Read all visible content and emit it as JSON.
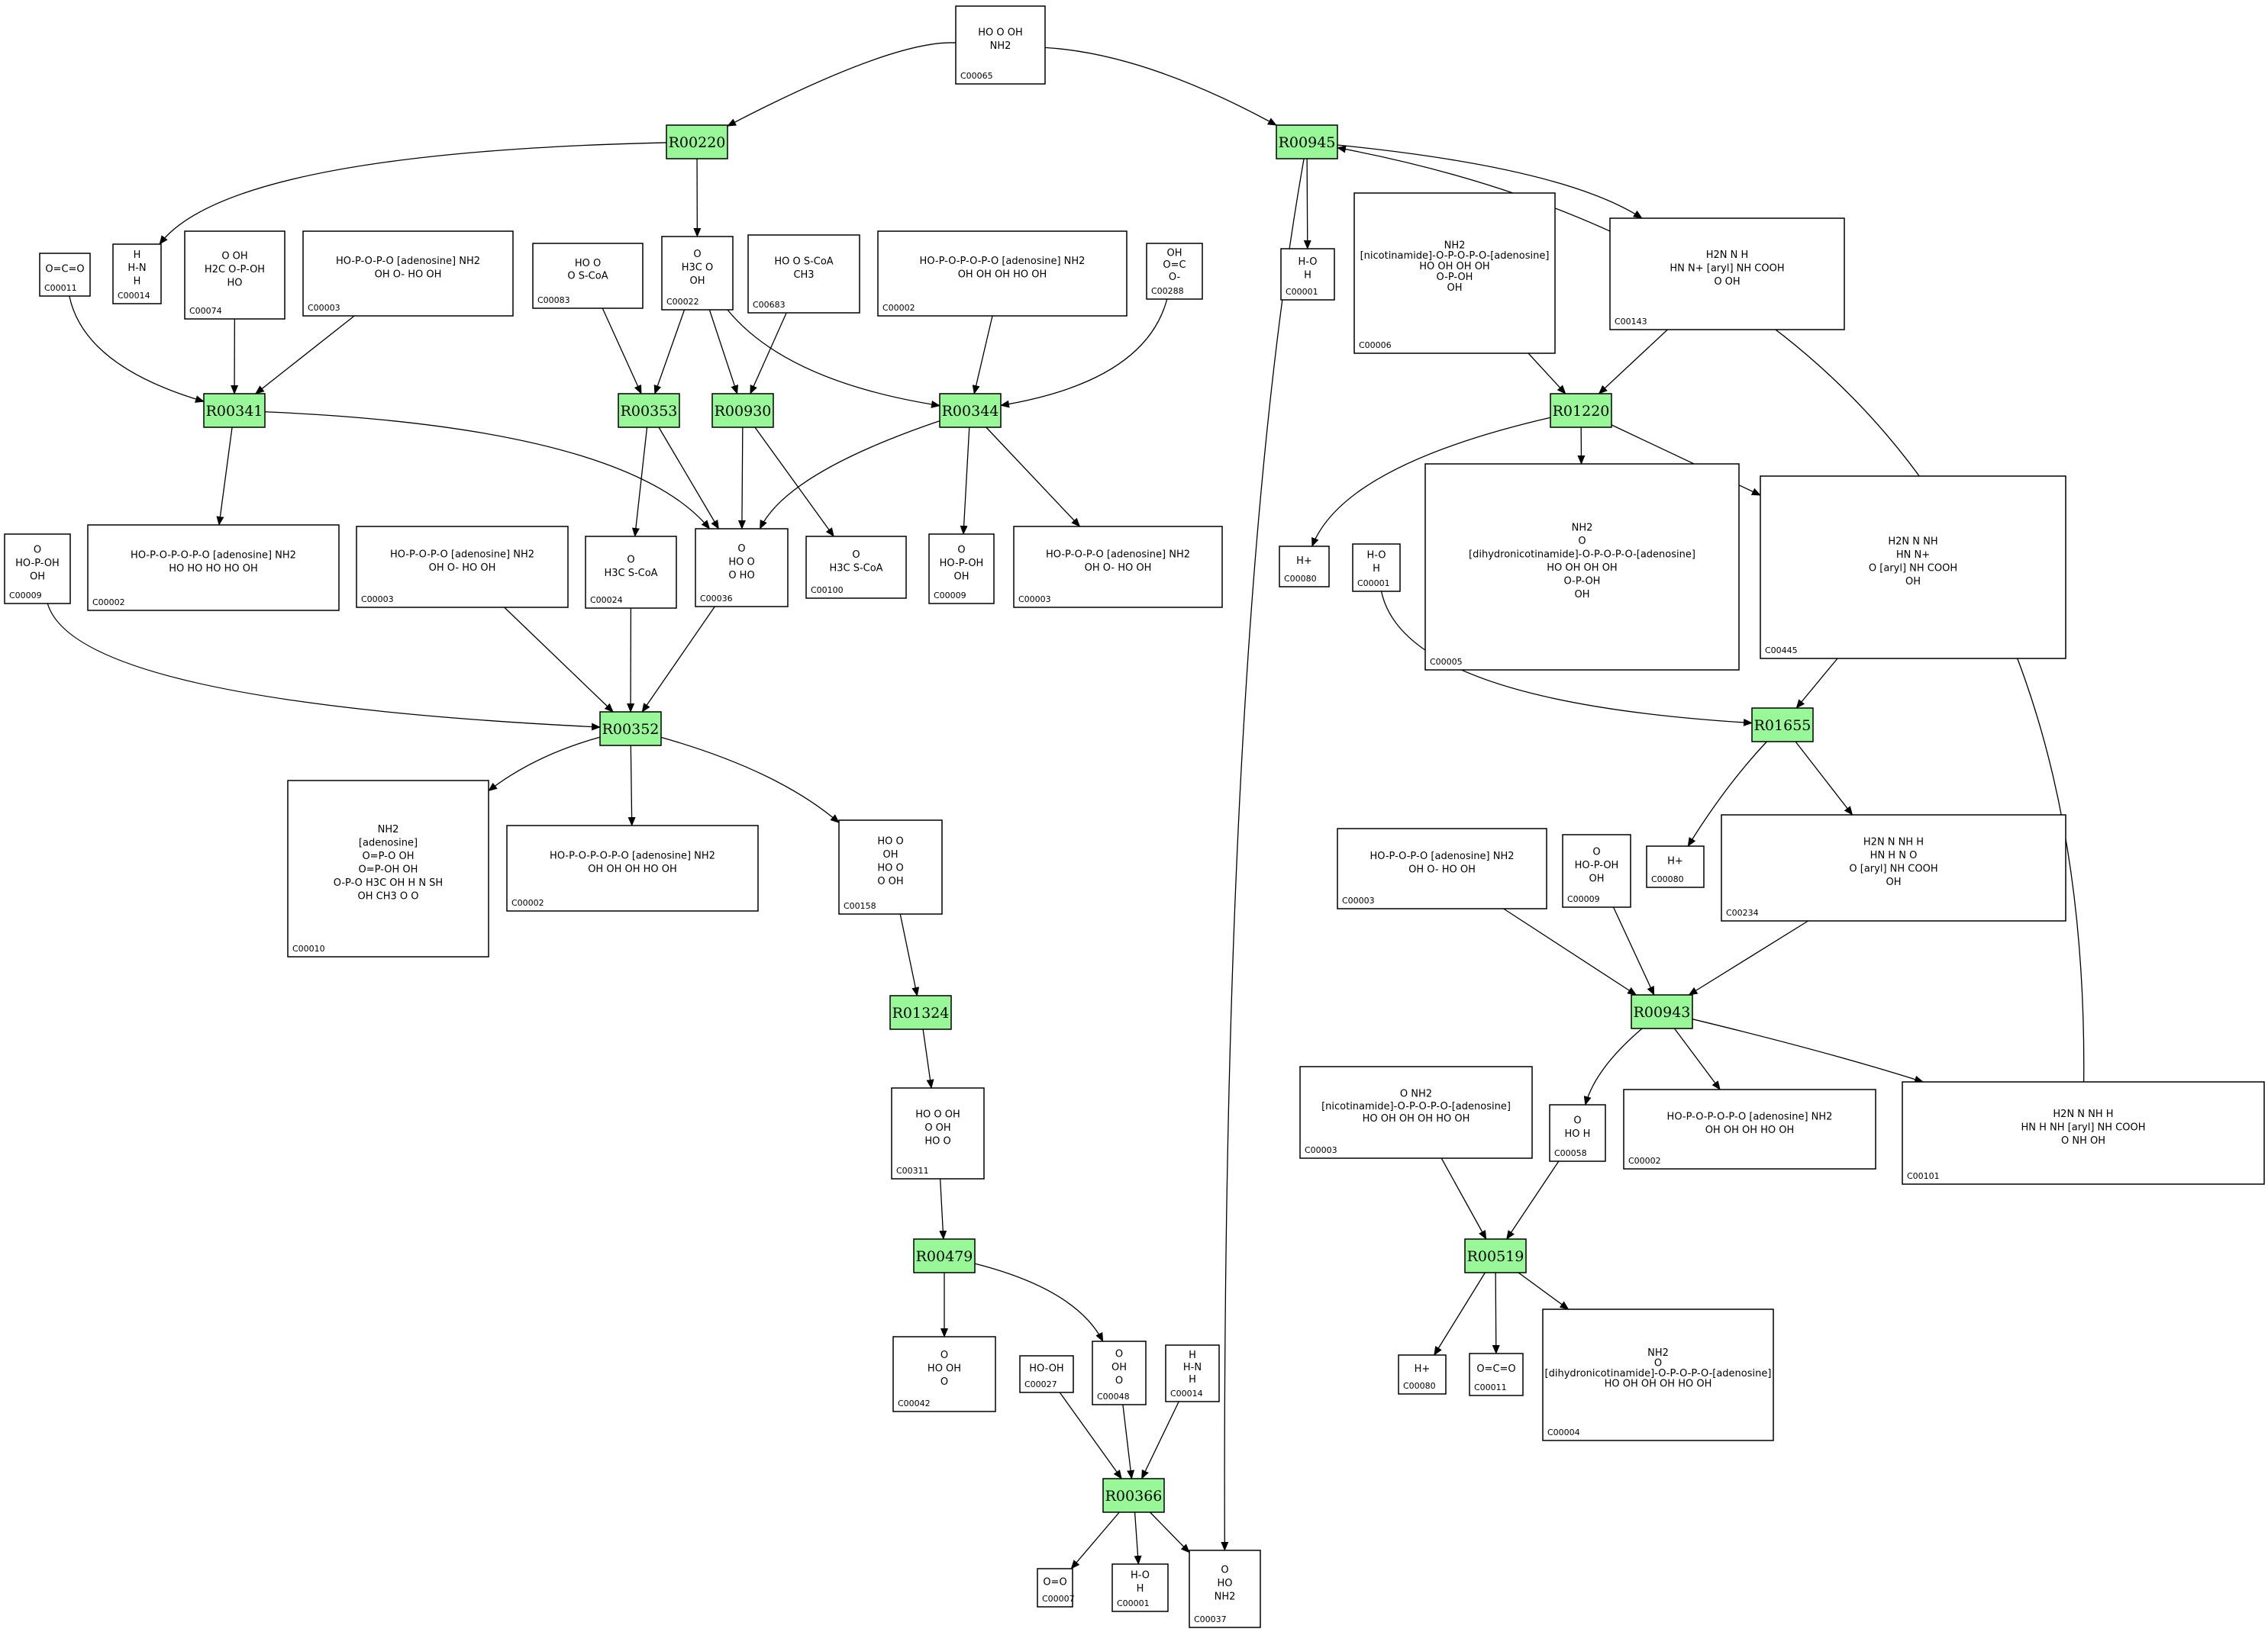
{
  "reactions": [
    {
      "id": "R00220",
      "label": "R00220"
    },
    {
      "id": "R00945",
      "label": "R00945"
    },
    {
      "id": "R00341",
      "label": "R00341"
    },
    {
      "id": "R00353",
      "label": "R00353"
    },
    {
      "id": "R00930",
      "label": "R00930"
    },
    {
      "id": "R00344",
      "label": "R00344"
    },
    {
      "id": "R01220",
      "label": "R01220"
    },
    {
      "id": "R00352",
      "label": "R00352"
    },
    {
      "id": "R01655",
      "label": "R01655"
    },
    {
      "id": "R01324",
      "label": "R01324"
    },
    {
      "id": "R00943",
      "label": "R00943"
    },
    {
      "id": "R00479",
      "label": "R00479"
    },
    {
      "id": "R00519",
      "label": "R00519"
    },
    {
      "id": "R00366",
      "label": "R00366"
    }
  ],
  "compounds": [
    {
      "key": "c00065",
      "label": "C00065",
      "structure": [
        "HO  O   OH",
        "      NH2"
      ]
    },
    {
      "key": "c00011a",
      "label": "C00011",
      "structure": [
        "O=C=O"
      ]
    },
    {
      "key": "c00014a",
      "label": "C00014",
      "structure": [
        "H",
        "H-N",
        "H"
      ]
    },
    {
      "key": "c00074",
      "label": "C00074",
      "structure": [
        "O   OH",
        "H2C   O-P-OH",
        "       HO"
      ]
    },
    {
      "key": "c00003a",
      "label": "C00003",
      "structure": [
        "HO-P-O-P-O  [adenosine]  NH2",
        "  OH   O-   HO  OH"
      ]
    },
    {
      "key": "c00083",
      "label": "C00083",
      "structure": [
        "HO      O",
        "    O      S-CoA"
      ]
    },
    {
      "key": "c00022",
      "label": "C00022",
      "structure": [
        "O",
        "H3C    O",
        "     OH"
      ]
    },
    {
      "key": "c00683",
      "label": "C00683",
      "structure": [
        "HO  O    S-CoA",
        "     CH3"
      ]
    },
    {
      "key": "c00002a",
      "label": "C00002",
      "structure": [
        "HO-P-O-P-O-P-O  [adenosine]  NH2",
        " OH  OH  OH   HO  OH"
      ]
    },
    {
      "key": "c00288",
      "label": "C00288",
      "structure": [
        "OH",
        "O=C",
        "O-"
      ]
    },
    {
      "key": "c00001a",
      "label": "C00001",
      "structure": [
        "H-O",
        "H"
      ]
    },
    {
      "key": "c00006",
      "label": "C00006",
      "structure": [
        "NH2",
        "[nicotinamide]-O-P-O-P-O-[adenosine]",
        "HO  OH   OH  OH",
        "O-P-OH",
        "OH"
      ]
    },
    {
      "key": "c00143",
      "label": "C00143",
      "structure": [
        "H2N  N   H",
        "HN    N+  [aryl]  NH  COOH",
        "O              OH"
      ]
    },
    {
      "key": "c00009a",
      "label": "C00009",
      "structure": [
        "O",
        "HO-P-OH",
        "OH"
      ]
    },
    {
      "key": "c00002b",
      "label": "C00002",
      "structure": [
        "HO-P-O-P-O-P-O  [adenosine]  NH2",
        " HO  HO  HO   HO  OH"
      ]
    },
    {
      "key": "c00003b",
      "label": "C00003",
      "structure": [
        "HO-P-O-P-O  [adenosine]  NH2",
        " OH   O-   HO  OH"
      ]
    },
    {
      "key": "c00024",
      "label": "C00024",
      "structure": [
        "O",
        "H3C    S-CoA"
      ]
    },
    {
      "key": "c00036",
      "label": "C00036",
      "structure": [
        "O",
        "HO    O",
        "  O   HO"
      ]
    },
    {
      "key": "c00100",
      "label": "C00100",
      "structure": [
        "O",
        "H3C     S-CoA"
      ]
    },
    {
      "key": "c00009b",
      "label": "C00009",
      "structure": [
        "O",
        "HO-P-OH",
        "OH"
      ]
    },
    {
      "key": "c00003c",
      "label": "C00003",
      "structure": [
        "HO-P-O-P-O  [adenosine]  NH2",
        " OH   O-   HO  OH"
      ]
    },
    {
      "key": "c00080a",
      "label": "C00080",
      "structure": [
        "H+"
      ]
    },
    {
      "key": "c00001b",
      "label": "C00001",
      "structure": [
        "H-O",
        "H"
      ]
    },
    {
      "key": "c00005",
      "label": "C00005",
      "structure": [
        "NH2",
        "O",
        "[dihydronicotinamide]-O-P-O-P-O-[adenosine]",
        "HO  OH   OH  OH",
        "O-P-OH",
        "OH"
      ]
    },
    {
      "key": "c00445",
      "label": "C00445",
      "structure": [
        "H2N  N   NH",
        "HN    N+",
        "O      [aryl]  NH  COOH",
        "                  OH"
      ]
    },
    {
      "key": "c00010",
      "label": "C00010",
      "structure": [
        "NH2",
        "[adenosine]",
        "O=P-O  OH",
        "O=P-OH  OH",
        "O-P-O  H3C  OH  H  N   SH",
        "OH   CH3   O    O"
      ]
    },
    {
      "key": "c00002c",
      "label": "C00002",
      "structure": [
        "HO-P-O-P-O-P-O  [adenosine]  NH2",
        " OH  OH  OH   HO  OH"
      ]
    },
    {
      "key": "c00158",
      "label": "C00158",
      "structure": [
        "HO   O",
        "  OH",
        "HO    O",
        "O      OH"
      ]
    },
    {
      "key": "c00080b",
      "label": "C00080",
      "structure": [
        "H+"
      ]
    },
    {
      "key": "c00234",
      "label": "C00234",
      "structure": [
        "H2N  N  NH  H",
        "HN    H   N  O",
        "O       [aryl]  NH  COOH",
        "                    OH"
      ]
    },
    {
      "key": "c00003d",
      "label": "C00003",
      "structure": [
        "HO-P-O-P-O  [adenosine]  NH2",
        " OH   O-   HO  OH"
      ]
    },
    {
      "key": "c00009c",
      "label": "C00009",
      "structure": [
        "O",
        "HO-P-OH",
        "OH"
      ]
    },
    {
      "key": "c00311",
      "label": "C00311",
      "structure": [
        "HO  O   OH",
        "O      OH",
        "HO  O"
      ]
    },
    {
      "key": "c00003e",
      "label": "C00003",
      "structure": [
        "O  NH2",
        "[nicotinamide]-O-P-O-P-O-[adenosine]",
        "HO  OH  OH  OH  HO  OH"
      ]
    },
    {
      "key": "c00058",
      "label": "C00058",
      "structure": [
        "O",
        "HO   H"
      ]
    },
    {
      "key": "c00002d",
      "label": "C00002",
      "structure": [
        "HO-P-O-P-O-P-O  [adenosine]  NH2",
        " OH  OH  OH   HO  OH"
      ]
    },
    {
      "key": "c00101",
      "label": "C00101",
      "structure": [
        "H2N  N  NH  H",
        "HN      H    NH  [aryl]  NH  COOH",
        "O      NH              OH"
      ]
    },
    {
      "key": "c00042",
      "label": "C00042",
      "structure": [
        "O",
        "HO        OH",
        "       O"
      ]
    },
    {
      "key": "c00027",
      "label": "C00027",
      "structure": [
        "HO-OH"
      ]
    },
    {
      "key": "c00048",
      "label": "C00048",
      "structure": [
        "O",
        "  OH",
        "O"
      ]
    },
    {
      "key": "c00014b",
      "label": "C00014",
      "structure": [
        "H",
        "H-N",
        "H"
      ]
    },
    {
      "key": "c00080c",
      "label": "C00080",
      "structure": [
        "H+"
      ]
    },
    {
      "key": "c00011b",
      "label": "C00011",
      "structure": [
        "O=C=O"
      ]
    },
    {
      "key": "c00004",
      "label": "C00004",
      "structure": [
        "NH2",
        "O",
        "[dihydronicotinamide]-O-P-O-P-O-[adenosine]",
        "HO  OH   OH  OH  HO  OH"
      ]
    },
    {
      "key": "c00007",
      "label": "C00007",
      "structure": [
        "O=O"
      ]
    },
    {
      "key": "c00001c",
      "label": "C00001",
      "structure": [
        "H-O",
        "H"
      ]
    },
    {
      "key": "c00037",
      "label": "C00037",
      "structure": [
        "O",
        "HO",
        "  NH2"
      ]
    }
  ]
}
